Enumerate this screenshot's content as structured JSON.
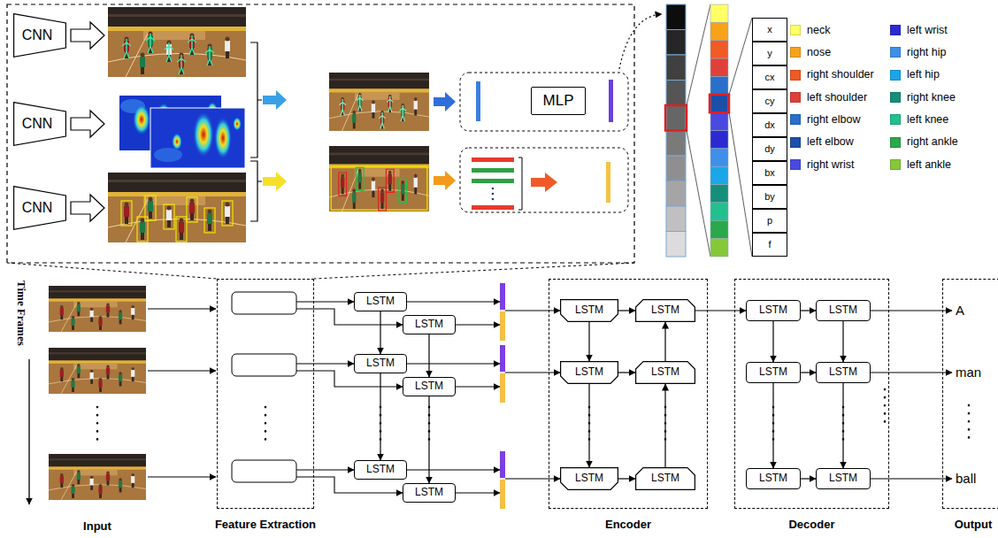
{
  "diagram": {
    "nodes": [
      {
        "text": [
          "CNN"
        ]
      },
      {
        "text": [
          "CNN"
        ]
      },
      {
        "text": [
          "CNN"
        ]
      },
      {
        "text": [
          "MLP"
        ]
      },
      {
        "text": [
          "x"
        ]
      },
      {
        "text": [
          "y"
        ]
      },
      {
        "text": [
          "cx"
        ]
      },
      {
        "text": [
          "cy"
        ]
      },
      {
        "text": [
          "dx"
        ]
      },
      {
        "text": [
          "dy"
        ]
      },
      {
        "text": [
          "bx"
        ]
      },
      {
        "text": [
          "by"
        ]
      },
      {
        "text": [
          "p"
        ]
      },
      {
        "text": [
          "f"
        ]
      },
      {
        "text": [
          "Feature Extraction"
        ]
      },
      {
        "text": [
          "LSTM"
        ]
      },
      {
        "text": [
          "LSTM"
        ]
      },
      {
        "text": [
          "LSTM"
        ]
      },
      {
        "text": [
          "LSTM"
        ]
      },
      {
        "text": [
          "LSTM"
        ]
      },
      {
        "text": [
          "LSTM"
        ]
      },
      {
        "text": [
          "Encoder"
        ]
      },
      {
        "text": [
          "LSTM"
        ],
        "in": 21
      },
      {
        "text": [
          "LSTM"
        ],
        "in": 21
      },
      {
        "text": [
          "LSTM"
        ],
        "in": 21
      },
      {
        "text": [
          "LSTM"
        ],
        "in": 21
      },
      {
        "text": [
          "LSTM"
        ],
        "in": 21
      },
      {
        "text": [
          "LSTM"
        ],
        "in": 21
      },
      {
        "text": [
          "Decoder"
        ]
      },
      {
        "text": [
          "LSTM"
        ],
        "in": 28
      },
      {
        "text": [
          "LSTM"
        ],
        "in": 28
      },
      {
        "text": [
          "LSTM"
        ],
        "in": 28
      },
      {
        "text": [
          "LSTM"
        ],
        "in": 28
      },
      {
        "text": [
          "LSTM"
        ],
        "in": 28
      },
      {
        "text": [
          "LSTM"
        ],
        "in": 28
      },
      {
        "text": [
          "Output"
        ]
      }
    ],
    "edges": [
      {
        "from": 15,
        "to": 17,
        "arrow": "to"
      },
      {
        "from": 17,
        "to": 19,
        "arrow": "to"
      },
      {
        "from": 16,
        "to": 18,
        "arrow": "to"
      },
      {
        "from": 18,
        "to": 20,
        "arrow": "to"
      },
      {
        "from": 22,
        "to": 23,
        "arrow": "to"
      },
      {
        "from": 24,
        "to": 25,
        "arrow": "to"
      },
      {
        "from": 26,
        "to": 27,
        "arrow": "to"
      },
      {
        "from": 22,
        "to": 24,
        "arrow": "to"
      },
      {
        "from": 24,
        "to": 26,
        "arrow": "to"
      },
      {
        "from": 27,
        "to": 25,
        "arrow": "to"
      },
      {
        "from": 25,
        "to": 23,
        "arrow": "to"
      },
      {
        "from": 23,
        "to": 29,
        "arrow": "to"
      },
      {
        "from": 29,
        "to": 30,
        "arrow": "to"
      },
      {
        "from": 31,
        "to": 32,
        "arrow": "to"
      },
      {
        "from": 33,
        "to": 34,
        "arrow": "to"
      },
      {
        "from": 29,
        "to": 31,
        "arrow": "to"
      },
      {
        "from": 31,
        "to": 33,
        "arrow": "to"
      },
      {
        "from": 30,
        "to": 32,
        "arrow": "to"
      },
      {
        "from": 32,
        "to": 34,
        "arrow": "to"
      }
    ],
    "labels": [
      "Time Frames",
      "Input",
      "A",
      "man",
      "ball"
    ],
    "legend": [
      {
        "text": "neck",
        "color": "#ffff66"
      },
      {
        "text": "nose",
        "color": "#f7a21b"
      },
      {
        "text": "right shoulder",
        "color": "#f05a24"
      },
      {
        "text": "left shoulder",
        "color": "#e0403a"
      },
      {
        "text": "right elbow",
        "color": "#2a6fc9"
      },
      {
        "text": "left elbow",
        "color": "#1c4fa8"
      },
      {
        "text": "right wrist",
        "color": "#4a4ae0"
      },
      {
        "text": "left wrist",
        "color": "#2a2ad0"
      },
      {
        "text": "right hip",
        "color": "#3f8fe8"
      },
      {
        "text": "left hip",
        "color": "#1aa6e8"
      },
      {
        "text": "right knee",
        "color": "#168f7a"
      },
      {
        "text": "left knee",
        "color": "#22c08e"
      },
      {
        "text": "right ankle",
        "color": "#2aa84a"
      },
      {
        "text": "left ankle",
        "color": "#86c83a"
      }
    ]
  }
}
